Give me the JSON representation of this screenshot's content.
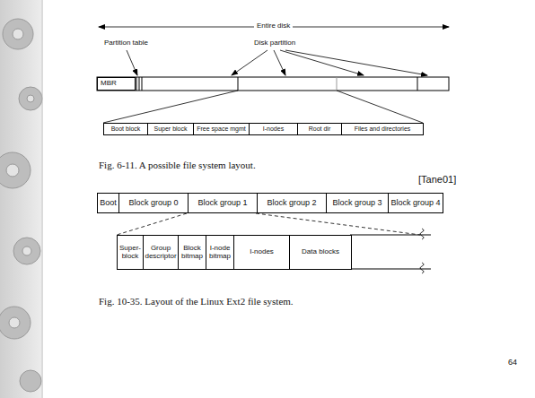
{
  "diagram": {
    "nodes": [
      {
        "text": [
          "MBR"
        ]
      },
      {
        "text": [
          "Boot block"
        ]
      },
      {
        "text": [
          "Super block"
        ]
      },
      {
        "text": [
          "Free space mgmt"
        ]
      },
      {
        "text": [
          "I-nodes"
        ]
      },
      {
        "text": [
          "Root dir"
        ]
      },
      {
        "text": [
          "Files and directories"
        ]
      },
      {
        "text": [
          "Boot"
        ]
      },
      {
        "text": [
          "Block group 0"
        ]
      },
      {
        "text": [
          "Block group 1"
        ]
      },
      {
        "text": [
          "Block group 2"
        ]
      },
      {
        "text": [
          "Block group 3"
        ]
      },
      {
        "text": [
          "Block group 4"
        ]
      },
      {
        "text": [
          "Super- block"
        ]
      },
      {
        "text": [
          "Group descriptor"
        ]
      },
      {
        "text": [
          "Block bitmap"
        ]
      },
      {
        "text": [
          "I-node bitmap"
        ]
      },
      {
        "text": [
          "I-nodes"
        ]
      },
      {
        "text": [
          "Data blocks"
        ]
      }
    ],
    "labels": [
      "Entire disk",
      "Partition table",
      "Disk partition",
      "Fig. 6-11. A possible file system layout.",
      "[Tane01]",
      "Fig. 10-35. Layout of the Linux Ext2 file system.",
      "64"
    ]
  }
}
